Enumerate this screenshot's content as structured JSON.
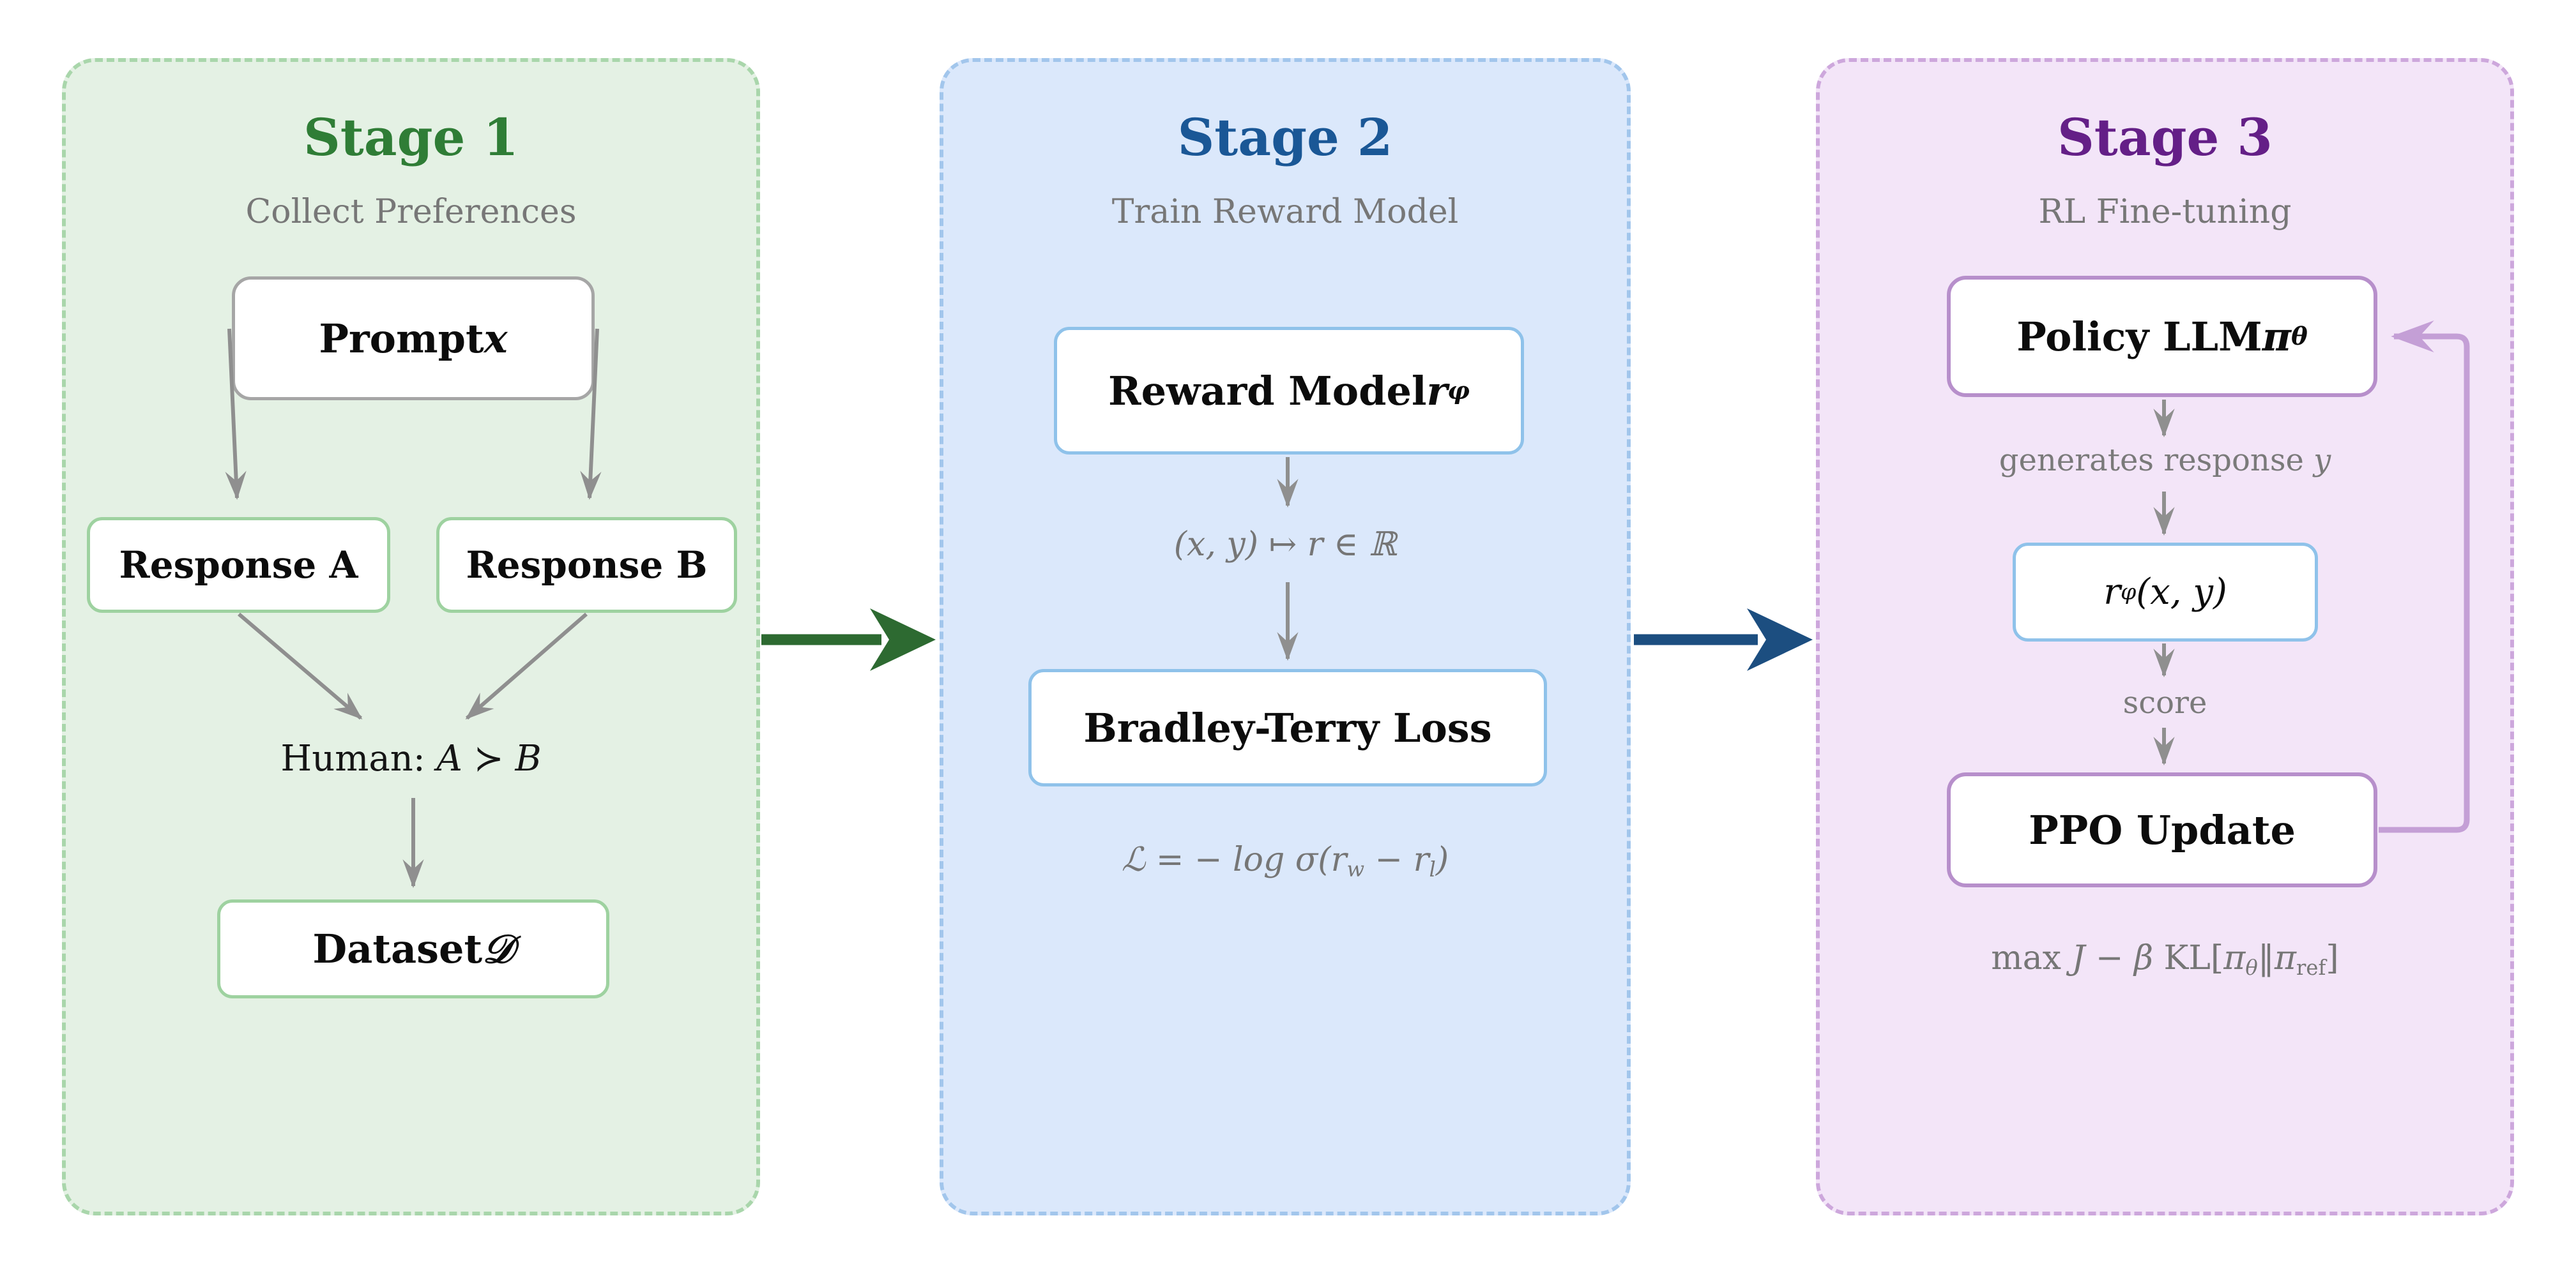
{
  "colors": {
    "stage1_accent": "#2f7d36",
    "stage2_accent": "#1a5796",
    "stage3_accent": "#641f87",
    "stage1_bg": "#e4f1e4",
    "stage2_bg": "#dbe8fb",
    "stage3_bg": "#f3e5f8",
    "gray_arrow": "#8f8f8f",
    "green_arrow": "#2d6a31",
    "blue_arrow": "#1c4e80",
    "purple_loop": "#c49fd6"
  },
  "stage1": {
    "title": "Stage 1",
    "subtitle": "Collect Preferences",
    "prompt_main": "Prompt ",
    "prompt_var": "x",
    "response_a": "Response A",
    "response_b": "Response B",
    "human_prefix": "Human: ",
    "human_a": "A",
    "human_rel": " ≻ ",
    "human_b": "B",
    "dataset_main": "Dataset ",
    "dataset_var": "𝒟"
  },
  "stage2": {
    "title": "Stage 2",
    "subtitle": "Train Reward Model",
    "reward_main": "Reward Model ",
    "reward_var": "r",
    "reward_sub": "φ",
    "map_formula": "(x, y) ↦ r ∈ ℝ",
    "bt_label": "Bradley-Terry Loss",
    "loss_pre": "ℒ = − log σ(r",
    "loss_sub_w": "w",
    "loss_mid": " − r",
    "loss_sub_l": "l",
    "loss_post": ")"
  },
  "stage3": {
    "title": "Stage 3",
    "subtitle": "RL Fine-tuning",
    "policy_main": "Policy LLM ",
    "policy_var": "π",
    "policy_sub": "θ",
    "gen_pre": "generates response ",
    "gen_var": "y",
    "rphi_var": "r",
    "rphi_sub": "φ",
    "rphi_args": "(x, y)",
    "score": "score",
    "ppo_label": "PPO Update",
    "max_p1": "max ",
    "max_j": "J",
    "max_p2": " − ",
    "max_beta": "β",
    "max_p3": " KL[",
    "max_pi1": "π",
    "max_sub1": "θ",
    "max_bar": "‖",
    "max_pi2": "π",
    "max_sub2": "ref",
    "max_p4": "]"
  }
}
